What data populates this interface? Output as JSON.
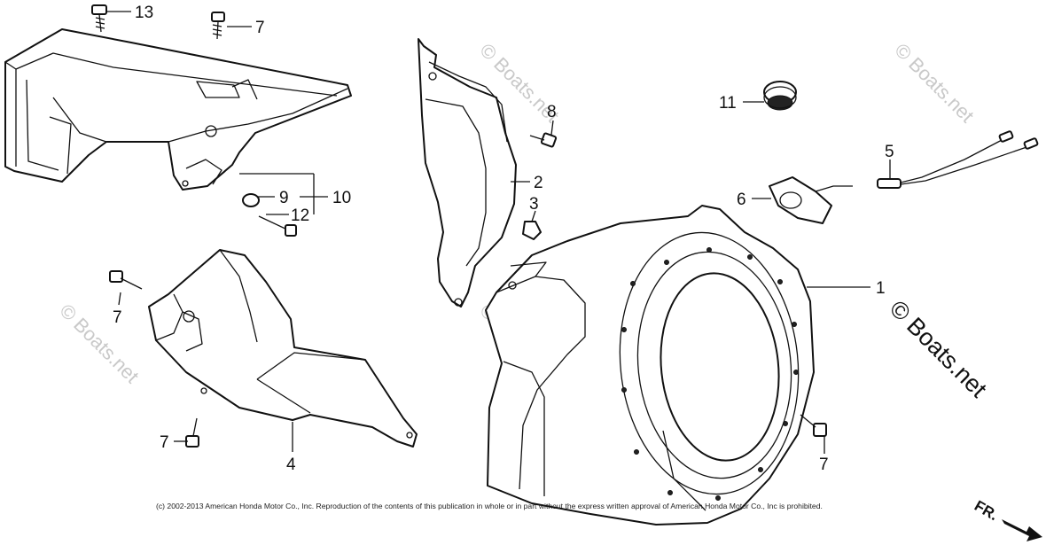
{
  "diagram": {
    "callouts": {
      "c13": "13",
      "c7a": "7",
      "c8": "8",
      "c2": "2",
      "c3": "3",
      "c11": "11",
      "c5": "5",
      "c6": "6",
      "c9": "9",
      "c10": "10",
      "c12": "12",
      "c1": "1",
      "c7b": "7",
      "c7c": "7",
      "c7d": "7",
      "c4": "4"
    },
    "watermark_faint": "© Boats.net",
    "watermark_main": "© Boats.net",
    "direction_label": "FR.",
    "copyright": "(c) 2002-2013 American Honda Motor Co., Inc. Reproduction of the contents of this publication in whole or in part without the express written approval of American Honda Motor Co., Inc is prohibited."
  }
}
